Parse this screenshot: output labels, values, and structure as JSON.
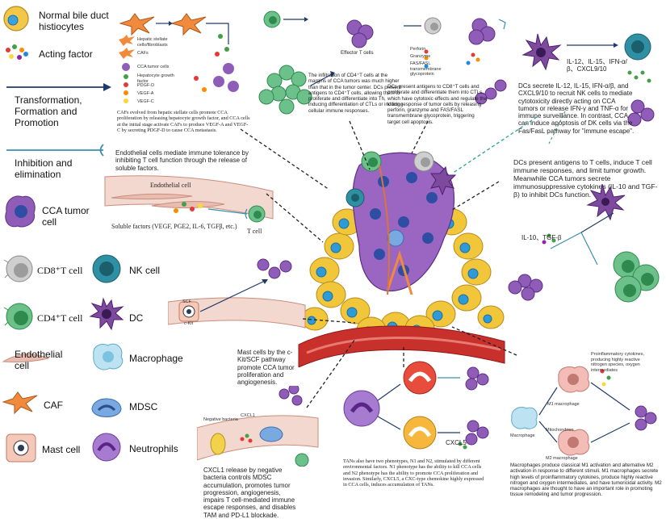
{
  "legend": {
    "normal_cells": "Normal bile duct histiocytes",
    "acting_factor": "Acting factor",
    "transformation": "Transformation, Formation and Promotion",
    "inhibition": "Inhibition and elimination",
    "cca_tumor": "CCA tumor cell",
    "cd8": "CD8⁺T cell",
    "nk": "NK cell",
    "cd4": "CD4⁺T cell",
    "dc": "DC",
    "endothelial": "Endothelial cell",
    "macrophage": "Macrophage",
    "caf": "CAF",
    "mdsc": "MDSC",
    "mast": "Mast cell",
    "neutrophils": "Neutrophils"
  },
  "panels": {
    "caf": {
      "key_hsc": "Hepatic stellate cells/fibroblasts",
      "key_cafs": "CAFs",
      "key_cca": "CCA tumor cells",
      "key_hgf": "Hepatocyte growth factor",
      "key_pdgf": "PDGF-D",
      "key_vegfa": "VEGF-A",
      "key_vegfc": "VEGF-C",
      "caption": "CAFs evolved from hepatic stellate cells promote CCA proliferation by releasing hepatocyte growth factor, and CCA cells at the initial stage activate CAFs to produce VEGF-A and VEGF-C by secreting PDGF-D to cause CCA metastasis."
    },
    "cd4": {
      "label_effector": "Effector T cells",
      "caption": "The infiltration of CD4⁺T cells at the margins of CCA tumors was much higher than that in the tumor center. DCs present antigens to CD4⁺T cells, allowing them to proliferate and differentiate into Th, inducing differentiation of CTLs or inducing cellular immune responses."
    },
    "cd8": {
      "key_perforin": "Perforin",
      "key_granzyme": "Granzyme",
      "key_fasl": "FAS/FASL transmembrane glycoprotein",
      "caption": "DCs present antigens to CD8⁺T cells and proliferate and differentiate them into CTLs, which have cytotoxic effects and regulate the killing response of tumor cells by releasing perforin, granzyme and FAS/FASL transmembrane glycoprotein, triggering target cell apoptosis."
    },
    "nk": {
      "factors": "IL-12、IL-15、IFN-α/β、CXCL9/10",
      "caption": "DCs secrete IL-12, IL-15, IFN-α/β, and CXCL9/10 to recruit NK cells to mediate cytotoxicity directly acting on CCA tumors or release IFN-γ and TNF-α for immune surveillance. In contrast, CCA can induce apoptosis of DK cells via the Fas/FasL pathway for \"immune escape\"."
    },
    "endothelial": {
      "caption": "Endothelial cells mediate immune tolerance by inhibiting T cell function through the release of soluble factors.",
      "cell_label": "Endothelial cell",
      "factors": "Soluble factors (VEGF, PGE2, IL-6, TGFβ, etc.)",
      "tcell": "T cell"
    },
    "dc": {
      "caption": "DCs present antigens to T cells, induce T cell immune responses, and limit tumor growth. Meanwhile CCA tumors secrete immunosuppressive cytokines (IL-10 and TGF-β) to inhibit DCs function.",
      "factors": "IL-10、TGF-β"
    },
    "mast": {
      "scf": "SCF",
      "ckit": "c-Kit",
      "caption": "Mast cells by the c-Kit/SCF pathway promote CCA tumor proliferation and angiogenesis."
    },
    "mdsc": {
      "bacteria": "Negative bacteria",
      "cxcl1": "CXCL1",
      "caption": "CXCL1 release by negative bacteria controls MDSC accumulation, promotes tumor progression, angiogenesis, impairs T cell-mediated immune escape responses, and disables TAM and PD-L1 blockade."
    },
    "tan": {
      "cxcl5": "CXCL5",
      "caption": "TANs also have two phenotypes, N1 and N2, stimulated by different environmental factors. N1 phenotype has the ability to kill CCA cells and N2 phenotype has the ability to promote CCA proliferation and invasion. Similarly, CXCL5, a CXC-type chemokine highly expressed in CCA cells, induces accumulation of TANs."
    },
    "mac": {
      "pro": "Proinflammatory cytokines, producing highly reactive nitrogen species, oxygen intermediates",
      "m1": "M1 macrophage",
      "macrophage": "Macrophage",
      "mito": "Mitochondrion",
      "m2": "M2 macrophage",
      "caption": "Macrophages produce classical M1 activation and alternative M2 activation in response to different stimuli. M1 macrophages secrete high levels of proinflammatory cytokines, produce highly reactive nitrogen and oxygen intermediates, and have tumoricidal activity. M2 macrophages are thought to have an important role in promoting tissue remodeling and tumor progression."
    }
  },
  "colors": {
    "tumor_purple": "#8f5cb8",
    "hepatocyte_yellow": "#f2c63a",
    "nucleus_blue": "#2e9bd6",
    "vessel_red": "#c8302c",
    "arrow_navy": "#1f3b6b",
    "inhibit_teal": "#3a8fb0",
    "endothelium_pink": "#e9bcb0"
  }
}
